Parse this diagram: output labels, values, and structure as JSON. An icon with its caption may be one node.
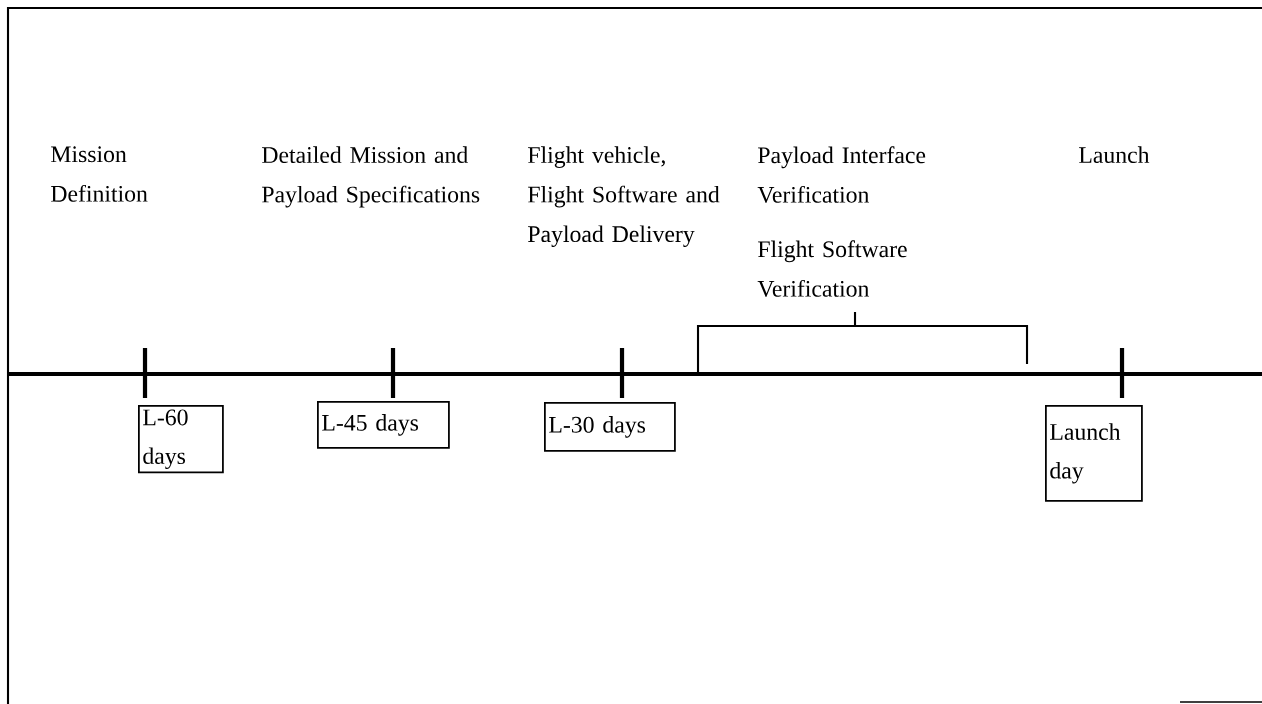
{
  "diagram": {
    "nodes": [
      {
        "text": [
          "L-60 days"
        ]
      },
      {
        "text": [
          "L-45 days"
        ]
      },
      {
        "text": [
          "L-30 days"
        ]
      },
      {
        "text": [
          "Launch day"
        ]
      }
    ],
    "labels": [
      "Mission Definition",
      "Detailed Mission and Payload Specifications",
      "Flight vehicle, Flight Software and Payload Delivery",
      "Payload Interface Verification",
      "Launch",
      "Flight Software Verification"
    ]
  }
}
